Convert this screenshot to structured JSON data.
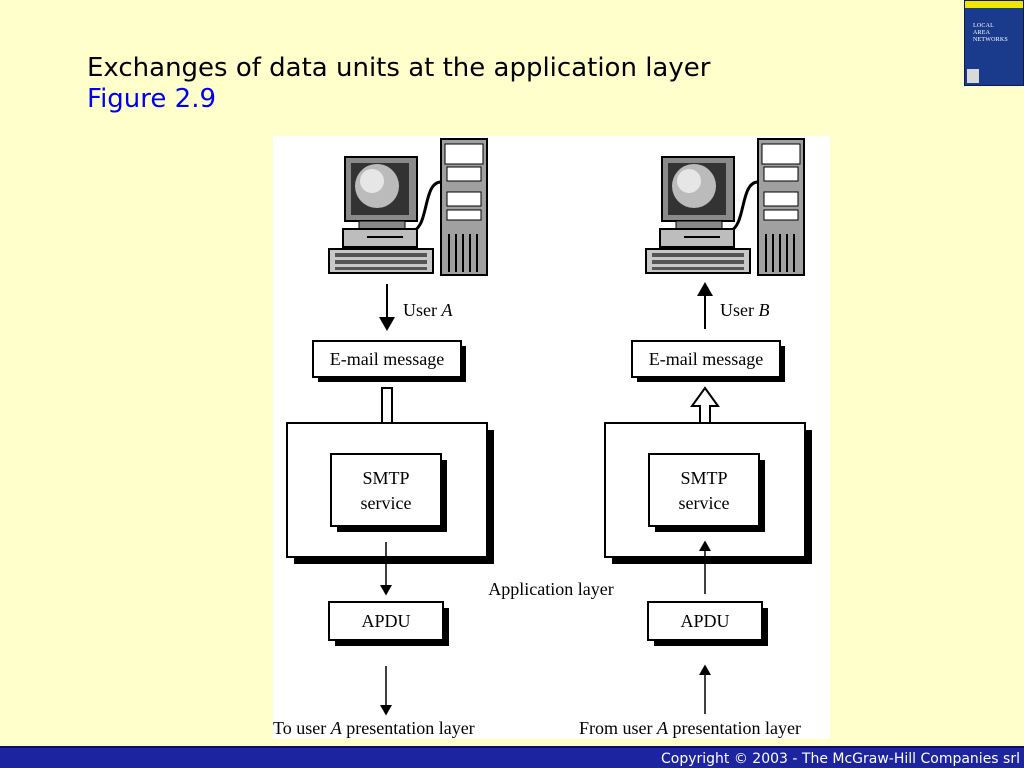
{
  "slide": {
    "title": "Exchanges of data units at the application layer",
    "subtitle": "Figure 2.9"
  },
  "book_cover": {
    "lines": [
      "LOCAL",
      "AREA",
      "NETWORKS"
    ]
  },
  "diagram": {
    "left_user_prefix": "User",
    "left_user_name": "A",
    "right_user_prefix": "User",
    "right_user_name": "B",
    "email_label": "E-mail message",
    "smtp_line1": "SMTP",
    "smtp_line2": "service",
    "layer_label": "Application layer",
    "apdu_label": "APDU",
    "bottom_left_prefix": "To user",
    "bottom_left_name": "A",
    "bottom_left_suffix": "presentation layer",
    "bottom_right_prefix": "From user",
    "bottom_right_name": "A",
    "bottom_right_suffix": "presentation layer"
  },
  "footer": {
    "copyright": "Copyright © 2003 - The McGraw-Hill Companies srl"
  }
}
